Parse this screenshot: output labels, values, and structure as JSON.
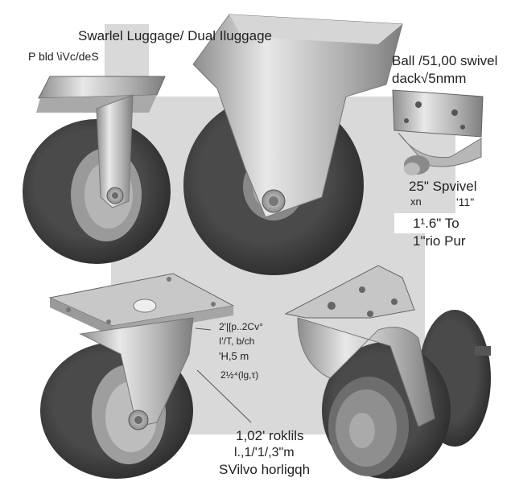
{
  "image": {
    "subject": "caster wheels product collage",
    "background_color": "#ffffff",
    "panel_color": "#d9d9d9",
    "tire_color": "#3a3a3a",
    "metal_color": "#bdbdbd"
  },
  "labels": {
    "top_title": "Swarlel Luggage/ Dual Iluggage",
    "top_left_sub": "P bld \\iVc/deS",
    "top_right_line1": "Ball /51,00 swivel",
    "top_right_line2": "dack√5nmm",
    "mid_right_line1": "25\" Spvivel",
    "mid_right_line2a": "xn",
    "mid_right_line2b": "'11\"",
    "mid_right_line3": "1¹.6\" To",
    "mid_right_line4": "1\"rio Pur",
    "center_spec_line1": "2'|[p..2Cv°",
    "center_spec_line2": "I'/T, b/ch",
    "center_spec_line3": "'H,5 m",
    "center_spec_line4": "2½⁴(lg,τ)",
    "bottom_line1": "1,02' roklils",
    "bottom_line2": "l.,1/'1/,3\"m",
    "bottom_line3": "SVilvo horligqh"
  },
  "products": [
    {
      "name": "swivel-caster-top-left"
    },
    {
      "name": "rigid-caster-top-center"
    },
    {
      "name": "small-swivel-caster-top-right"
    },
    {
      "name": "swivel-caster-bottom-left"
    },
    {
      "name": "dual-wheel-caster-bottom-right"
    }
  ]
}
